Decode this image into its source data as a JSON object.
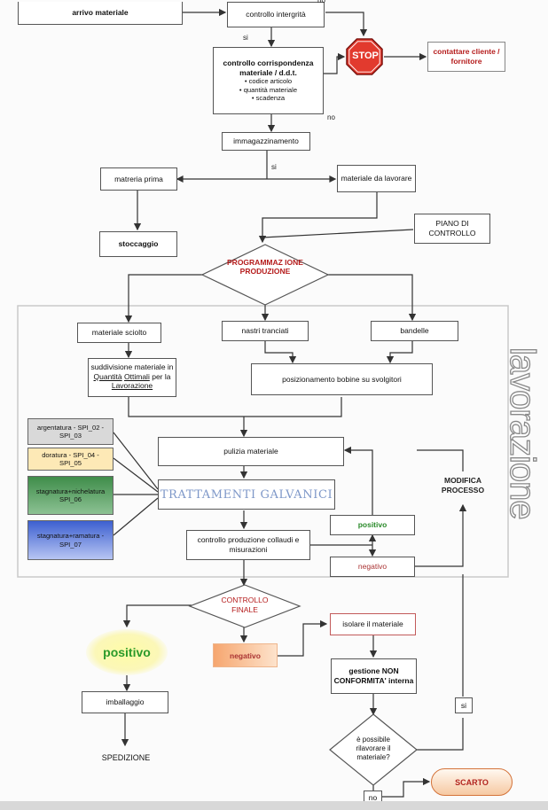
{
  "nodes": {
    "arrivo": "arrivo materiale",
    "controllo_integrita": "controllo intergrità",
    "controllo_corrispondenza_title": "controllo corrispondenza materiale / d.d.t.",
    "controllo_corrispondenza_items": [
      "• codice articolo",
      "• quantità materiale",
      "• scadenza"
    ],
    "stop": "STOP",
    "contattare": "contattare cliente / fornitore",
    "immagazzinamento": "immagazzinamento",
    "materia_prima": "matreria prima",
    "materiale_da_lavorare": "materiale da lavorare",
    "stoccaggio": "stoccaggio",
    "piano_controllo": "PIANO DI CONTROLLO",
    "programmazione": "PROGRAMMAZ IONE PRODUZIONE",
    "materiale_sciolto": "materiale sciolto",
    "nastri_tranciati": "nastri tranciati",
    "bandelle": "bandelle",
    "suddivisione_pre": "suddivisione materiale in",
    "suddivisione_u1": "Quantità",
    "suddivisione_u2": "Ottimali",
    "suddivisione_mid": "per la",
    "suddivisione_u3": "Lavorazione",
    "posizionamento": "posizionamento bobine su svolgitori",
    "pulizia": "pulizia materiale",
    "trattamenti": "TRATTAMENTI GALVANICI",
    "argentatura": "argentatura - SPI_02 - SPI_03",
    "doratura": "doratura - SPI_04 - SPI_05",
    "stagnatura_nichelatura": "stagnatura+nichelatura SPI_06",
    "stagnatura_ramatura": "stagnatura+ramatura - SPI_07",
    "controllo_produzione": "controllo produzione collaudi e misurazioni",
    "positivo_small": "positivo",
    "negativo_small": "negativo",
    "modifica_processo": "MODIFICA PROCESSO",
    "lavorazione_big": "lavorazione",
    "controllo_finale": "CONTROLLO FINALE",
    "positivo_big": "positivo",
    "negativo_box": "negativo",
    "isolare": "isolare il materiale",
    "gestione": "gestione NON CONFORMITA' interna",
    "rilavorare": "è possibile rilavorare il materiale?",
    "imballaggio": "imballaggio",
    "spedizione": "SPEDIZIONE",
    "scarto": "SCARTO"
  },
  "edge_labels": {
    "si_1": "si",
    "no_1": "no",
    "no_2": "no",
    "si_2": "si",
    "si_3": "si",
    "no_3": "no"
  },
  "colors": {
    "accent_red": "#b51c1c",
    "galvanic_text": "#7d97c8",
    "argentatura_bg": "#d9d9d9",
    "doratura_bg": "#fde9b6",
    "stagnatura_nichelatura_bg": "#4f9a57",
    "stagnatura_ramatura_bg": "#4e6fd6",
    "positivo_green": "#2b9a2b",
    "scarto_border": "#d4733a"
  },
  "icons": [
    "stop-sign-icon"
  ]
}
